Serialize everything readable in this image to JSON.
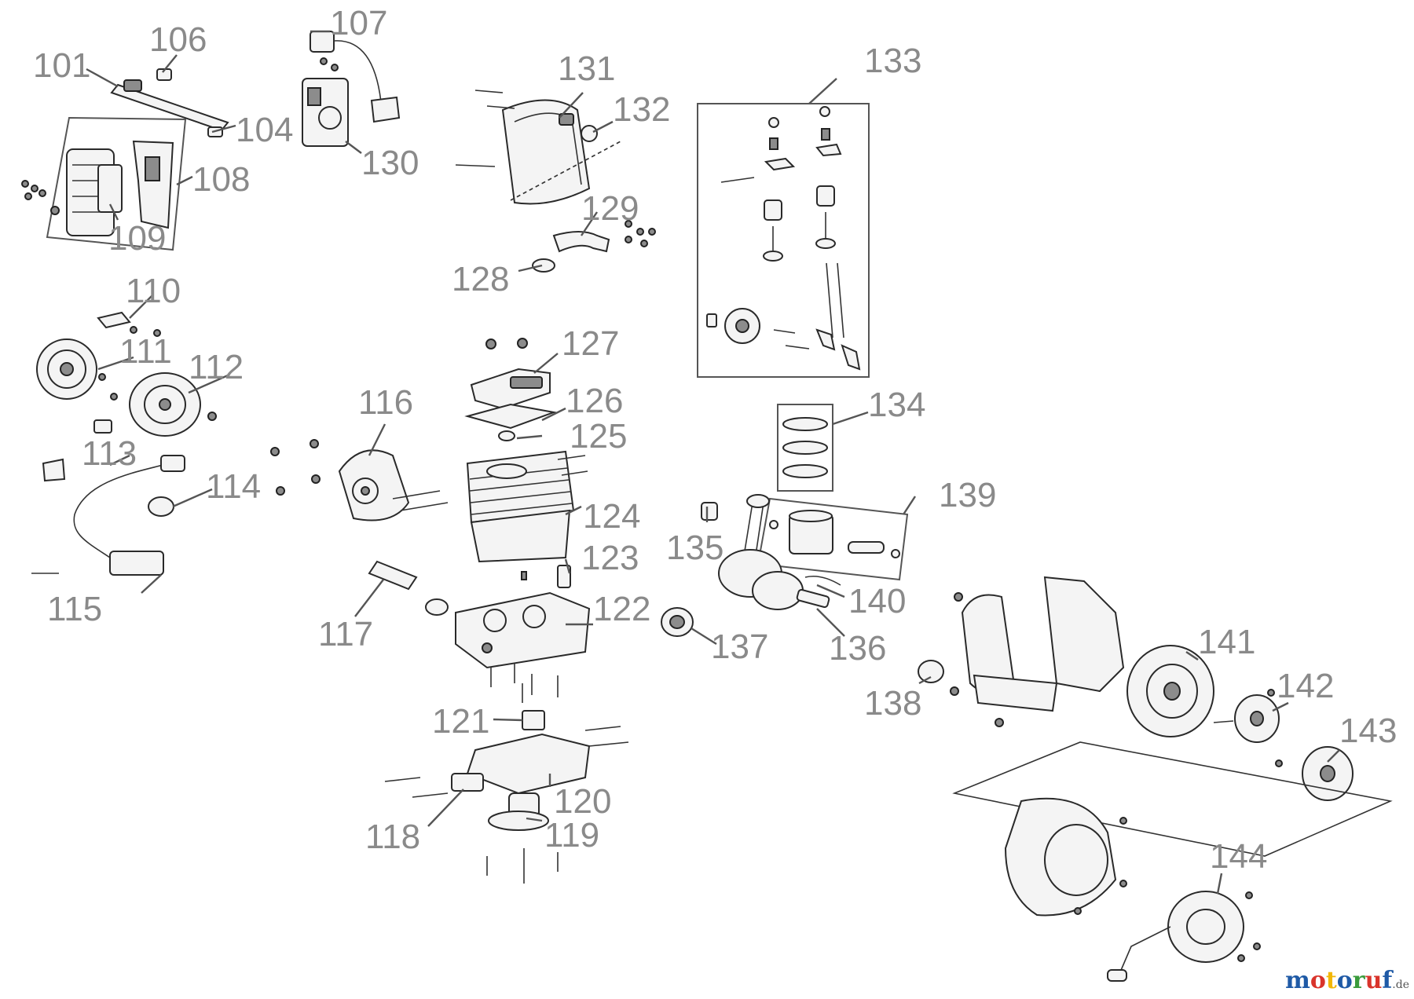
{
  "diagram": {
    "labels": {
      "p101": "101",
      "p104": "104",
      "p106": "106",
      "p107": "107",
      "p108": "108",
      "p109": "109",
      "p110": "110",
      "p111": "111",
      "p112": "112",
      "p113": "113",
      "p114": "114",
      "p115": "115",
      "p116": "116",
      "p117": "117",
      "p118": "118",
      "p119": "119",
      "p120": "120",
      "p121": "121",
      "p122": "122",
      "p123": "123",
      "p124": "124",
      "p125": "125",
      "p126": "126",
      "p127": "127",
      "p128": "128",
      "p129": "129",
      "p130": "130",
      "p131": "131",
      "p132": "132",
      "p133": "133",
      "p134": "134",
      "p135": "135",
      "p136": "136",
      "p137": "137",
      "p138": "138",
      "p139": "139",
      "p140": "140",
      "p141": "141",
      "p142": "142",
      "p143": "143",
      "p144": "144"
    }
  },
  "watermark": {
    "name": "motoruf",
    "tld": ".de",
    "colors": [
      "#1f5aa6",
      "#d9342b",
      "#f2b705",
      "#1f5aa6",
      "#3a9b3c",
      "#d9342b",
      "#1f5aa6"
    ]
  }
}
